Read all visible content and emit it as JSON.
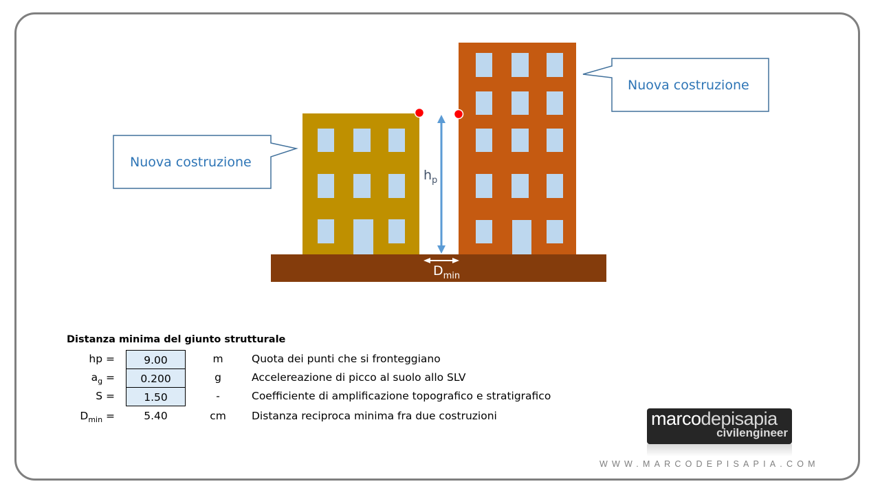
{
  "diagram": {
    "callouts": [
      {
        "id": "left",
        "text": "Nuova costruzione"
      },
      {
        "id": "right",
        "text": "Nuova costruzione"
      }
    ],
    "labels": {
      "hp_main": "h",
      "hp_sub": "p",
      "dmin_main": "D",
      "dmin_sub": "min"
    },
    "colors": {
      "left_building": "#BF9000",
      "right_building": "#C55A11",
      "windows": "#BDD7EE",
      "ground": "#843C0C",
      "points": "#FF0000",
      "hp_arrow": "#5B9BD5",
      "callout_border": "#41719C",
      "callout_text": "#2E75B6"
    }
  },
  "table": {
    "title": "Distanza minima del giunto strutturale",
    "rows": [
      {
        "symbol": "hp =",
        "symbol_sub": "",
        "value": "9.00",
        "unit": "m",
        "description": "Quota dei punti che si fronteggiano",
        "editable": true
      },
      {
        "symbol": "a",
        "symbol_sub": "g",
        "symbol_suffix": " =",
        "value": "0.200",
        "unit": "g",
        "description": "Accelereazione di picco al suolo allo SLV",
        "editable": true
      },
      {
        "symbol": "S =",
        "symbol_sub": "",
        "value": "1.50",
        "unit": "-",
        "description": "Coefficiente di amplificazione topografico e stratigrafico",
        "editable": true
      },
      {
        "symbol": "D",
        "symbol_sub": "min",
        "symbol_suffix": " =",
        "value": "5.40",
        "unit": "cm",
        "description": "Distanza reciproca minima fra due costruzioni",
        "editable": false
      }
    ]
  },
  "branding": {
    "logo_part1": "marco",
    "logo_part2": "depisapia",
    "logo_sub": "civilengineer",
    "website": "WWW.MARCODEPISAPIA.COM"
  }
}
